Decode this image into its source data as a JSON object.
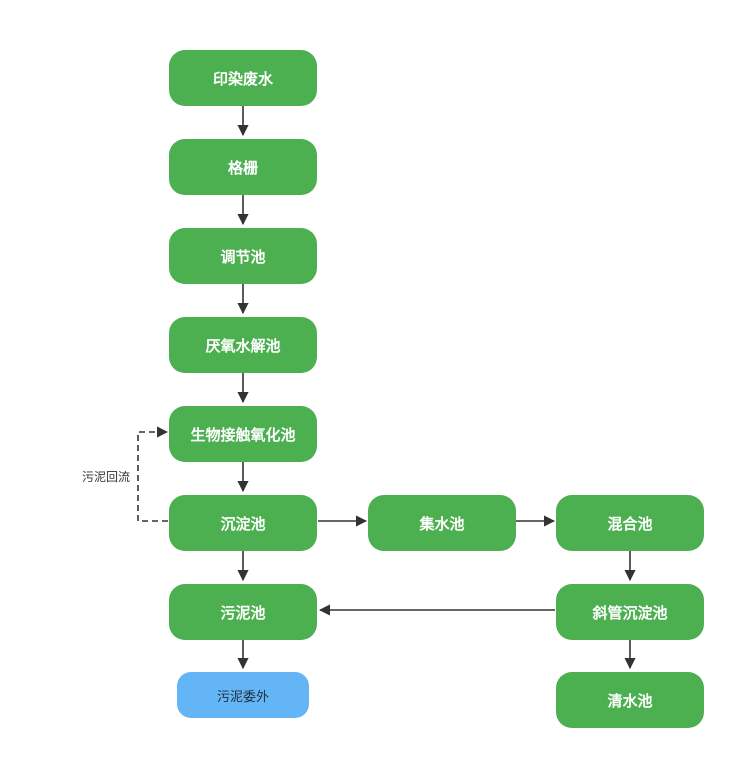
{
  "nodes": {
    "wastewater": "印染废水",
    "screen": "格栅",
    "equalization_tank": "调节池",
    "hydrolysis_tank": "厌氧水解池",
    "contact_oxidation_tank": "生物接触氧化池",
    "sedimentation_tank": "沉淀池",
    "collection_tank": "集水池",
    "mixing_tank": "混合池",
    "sludge_tank": "污泥池",
    "inclined_tube_settler": "斜管沉淀池",
    "sludge_outsource": "污泥委外",
    "clear_water_tank": "清水池"
  },
  "labels": {
    "sludge_return": "污泥回流"
  },
  "colors": {
    "process_node": "#4caf50",
    "output_node": "#64b5f6",
    "edge": "#333333"
  }
}
